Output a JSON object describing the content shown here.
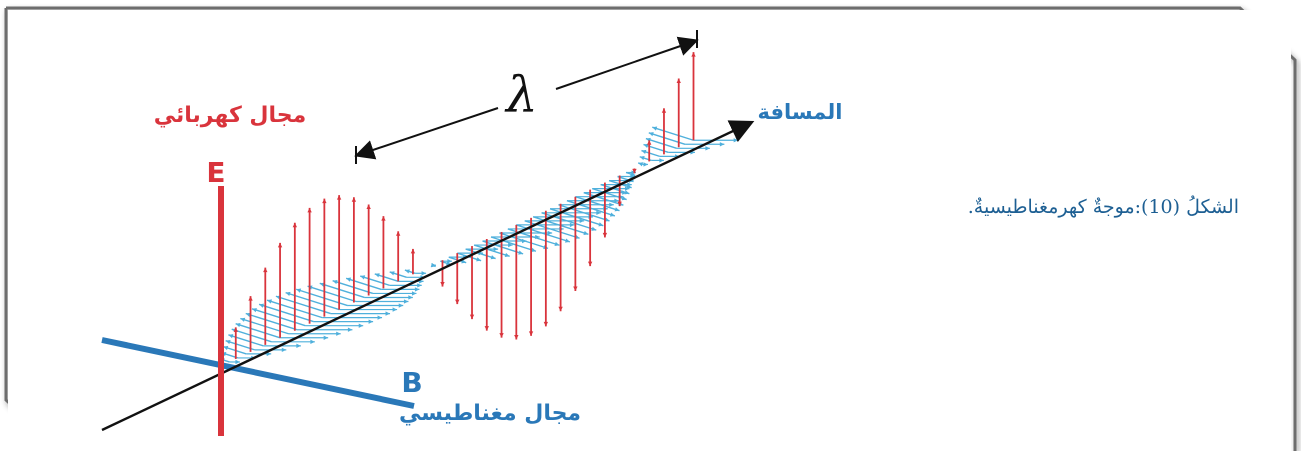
{
  "diagram": {
    "labels": {
      "electric_field": "مجال كهربائي",
      "electric_symbol": "E",
      "magnetic_field": "مجال مغناطيسي",
      "magnetic_symbol": "B",
      "distance": "المسافة",
      "wavelength": "λ"
    },
    "caption": "الشكلُ (10):موجةٌ كهرمغناطيسيةٌ.",
    "colors": {
      "electric": "#d9343c",
      "magnetic": "#2a78b8",
      "magnetic_light": "#4fb0dc",
      "axis": "#111111",
      "frame": "#6d6d6d",
      "caption": "#1d5f93"
    }
  }
}
